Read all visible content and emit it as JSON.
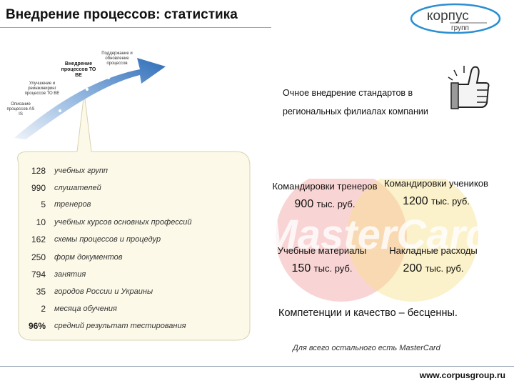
{
  "header": {
    "title": "Внедрение процессов: статистика"
  },
  "logo": {
    "text_top": "корпус",
    "text_bottom": "групп"
  },
  "arrow_labels": [
    {
      "text": "Поддержание и обновление процессов",
      "bold": false
    },
    {
      "text": "Внедрение процессов ТО ВЕ",
      "bold": true
    },
    {
      "text": "Улучшение и реинжиниринг процессов ТО ВЕ",
      "bold": false
    },
    {
      "text": "Описание процессов AS IS",
      "bold": false
    }
  ],
  "stats": [
    {
      "num": "128",
      "text": "учебных групп"
    },
    {
      "num": "990",
      "text": "слушателей"
    },
    {
      "num": "5",
      "text": "тренеров"
    },
    {
      "num": "10",
      "text": "учебных курсов основных профессий"
    },
    {
      "num": "162",
      "text": "схемы процессов и процедур"
    },
    {
      "num": "250",
      "text": "форм документов"
    },
    {
      "num": "794",
      "text": "занятия"
    },
    {
      "num": "35",
      "text": "городов России и Украины"
    },
    {
      "num": "2",
      "text": "месяца обучения"
    },
    {
      "num": "96%",
      "text": "средний результат тестирования",
      "bold": true
    }
  ],
  "ochnoe": {
    "line1": "Очное внедрение стандартов в",
    "line2": "региональных филиалах компании"
  },
  "costs": [
    {
      "label": "Командировки тренеров",
      "value": "900",
      "unit": "тыс. руб."
    },
    {
      "label": "Командировки учеников",
      "value": "1200",
      "unit": "тыс. руб."
    },
    {
      "label": "Учебные материалы",
      "value": "150",
      "unit": "тыс. руб."
    },
    {
      "label": "Накладные расходы",
      "value": "200",
      "unit": "тыс. руб."
    }
  ],
  "watermark": "MasterCard",
  "kompetencii": "Компетенции и качество – бесценны.",
  "mastercard_line": "Для всего остального есть MasterCard",
  "footer": {
    "url": "www.corpusgroup.ru"
  },
  "colors": {
    "arrow_dark": "#2e6db8",
    "arrow_light": "#d6e4f2",
    "bubble": "#fcf9e8",
    "mc_red": "#f2a0a0",
    "mc_yellow": "#f7e08a"
  }
}
